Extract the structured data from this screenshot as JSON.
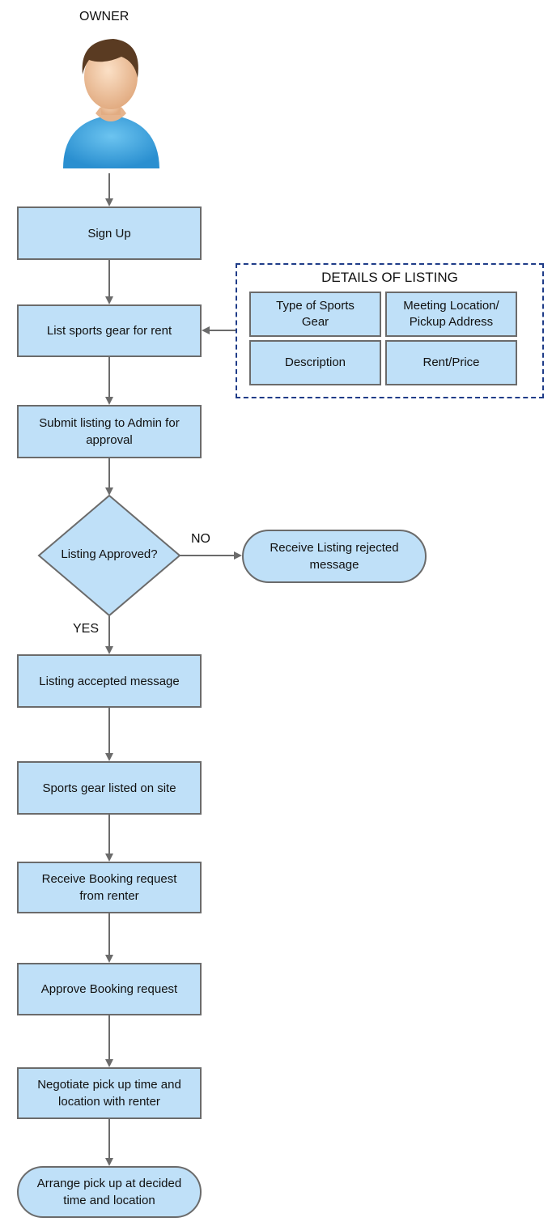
{
  "actor": {
    "label": "OWNER",
    "icon": "user-avatar-icon"
  },
  "steps": {
    "sign_up": "Sign Up",
    "list_gear": "List sports gear for rent",
    "submit": "Submit listing to Admin for\napproval",
    "decision": "Listing Approved?",
    "rejected": "Receive Listing rejected\nmessage",
    "accepted": "Listing accepted message",
    "listed": "Sports gear listed on site",
    "receive_booking": "Receive Booking request\nfrom renter",
    "approve_booking": "Approve Booking request",
    "negotiate": "Negotiate pick up time and\nlocation with renter",
    "arrange": "Arrange pick up at decided\ntime and location"
  },
  "branch_labels": {
    "no": "NO",
    "yes": "YES"
  },
  "details": {
    "title": "DETAILS OF LISTING",
    "cells": [
      "Type of Sports\nGear",
      "Meeting Location/\nPickup Address",
      "Description",
      "Rent/Price"
    ]
  },
  "colors": {
    "box_fill": "#bfe0f8",
    "box_border": "#6b6b6b",
    "dashed_border": "#1f3c88",
    "shirt": "#3ea6e0",
    "hair": "#5a3b22",
    "skin": "#f2c9a5"
  }
}
